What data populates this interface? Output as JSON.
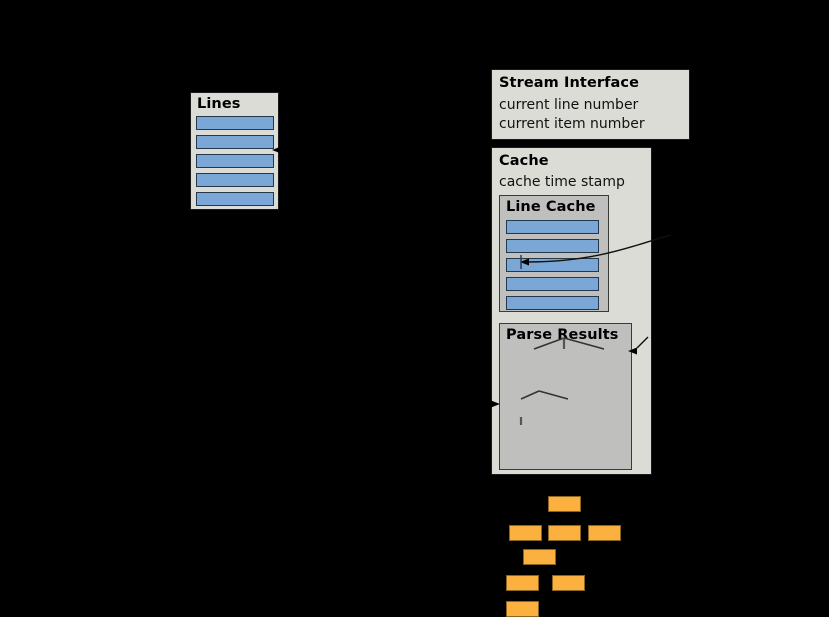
{
  "diagram": {
    "background_color": "#000000",
    "panel_fill": "#dcdcd6",
    "inner_panel_fill": "#bfbfbd",
    "line_bar_color": "#7ba7d7",
    "parse_node_color": "#fcb040",
    "stroke_color": "#1a1a1a"
  },
  "lines_panel": {
    "title": "Lines",
    "bar_count": 5
  },
  "stream_interface": {
    "title": "Stream Interface",
    "attributes": [
      "current line number",
      "current item number"
    ]
  },
  "cache": {
    "title": "Cache",
    "attributes": [
      "cache time stamp"
    ],
    "line_cache": {
      "title": "Line Cache",
      "bar_count": 5,
      "marked_bar_index": 3
    },
    "parse_results": {
      "title": "Parse Results",
      "tree_top": {
        "root_children": 3
      },
      "tree_bottom": {
        "root_children": 2,
        "grandchildren": 1
      }
    }
  },
  "connectors": [
    {
      "name": "lines-to-line-cache",
      "from": "line-cache-bar-3",
      "to": "lines-panel-right-edge"
    },
    {
      "name": "cache-edge-to-line-cache",
      "from": "cache-right-edge",
      "to": "line-cache-bar-3"
    },
    {
      "name": "into-parse-results-left",
      "to": "parse-results-left-edge"
    },
    {
      "name": "into-parse-results-right",
      "to": "parse-results-right-edge"
    }
  ]
}
